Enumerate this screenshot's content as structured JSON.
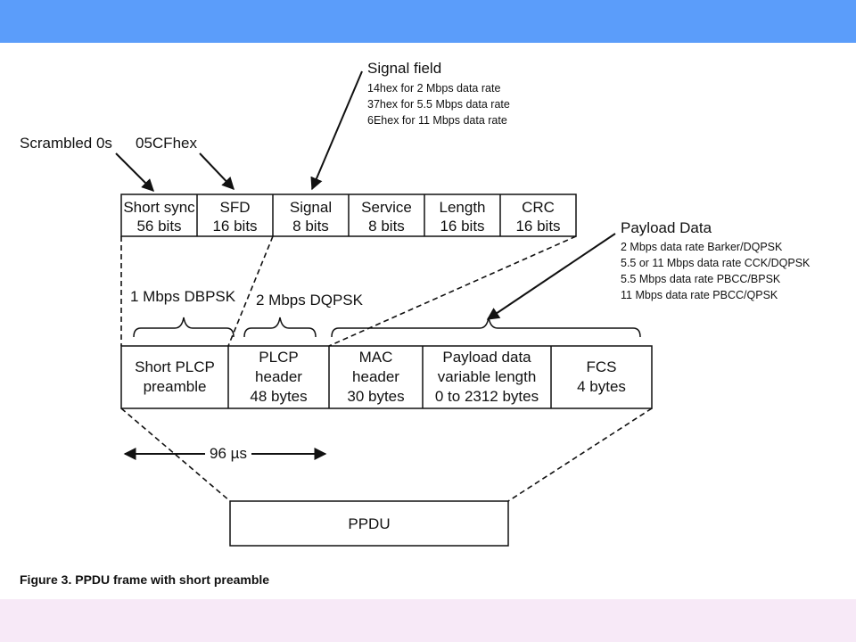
{
  "colors": {
    "header_band": "#5b9dfa",
    "footer_band": "#f7e9f7",
    "ink": "#111111"
  },
  "annotations": {
    "scrambled": "Scrambled 0s",
    "sfd_hex": "05CFhex",
    "signal_field": {
      "title": "Signal field",
      "lines": [
        "14hex for 2 Mbps data rate",
        "37hex for 5.5 Mbps data rate",
        "6Ehex for 11 Mbps data rate"
      ]
    },
    "payload": {
      "title": "Payload Data",
      "lines": [
        "2 Mbps data rate Barker/DQPSK",
        "5.5 or 11 Mbps data rate CCK/DQPSK",
        "5.5 Mbps data rate PBCC/BPSK",
        "11 Mbps data rate PBCC/QPSK"
      ]
    }
  },
  "plcp_fields": [
    {
      "name": "Short sync",
      "bits": "56 bits"
    },
    {
      "name": "SFD",
      "bits": "16 bits"
    },
    {
      "name": "Signal",
      "bits": "8 bits"
    },
    {
      "name": "Service",
      "bits": "8 bits"
    },
    {
      "name": "Length",
      "bits": "16 bits"
    },
    {
      "name": "CRC",
      "bits": "16 bits"
    }
  ],
  "modulations": [
    "1 Mbps DBPSK",
    "2 Mbps DQPSK"
  ],
  "frame_fields": [
    {
      "lines": [
        "Short PLCP",
        "preamble"
      ]
    },
    {
      "lines": [
        "PLCP",
        "header",
        "48 bytes"
      ]
    },
    {
      "lines": [
        "MAC",
        "header",
        "30 bytes"
      ]
    },
    {
      "lines": [
        "Payload data",
        "variable length",
        "0 to 2312 bytes"
      ]
    },
    {
      "lines": [
        "FCS",
        "4 bytes"
      ]
    }
  ],
  "timing": "96 µs",
  "ppdu": "PPDU",
  "caption": "Figure 3. PPDU frame with short preamble"
}
